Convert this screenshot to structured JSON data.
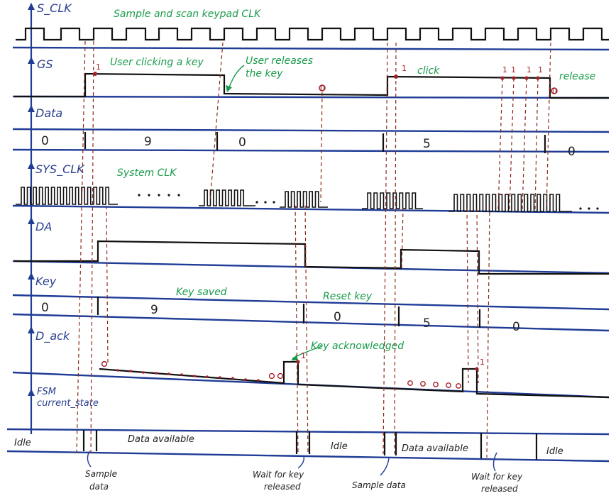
{
  "signals": {
    "s_clk": "S_CLK",
    "gs": "GS",
    "data": "Data",
    "sys_clk": "SYS_CLK",
    "da": "DA",
    "key": "Key",
    "d_ack": "D_ack",
    "fsm_line1": "FSM",
    "fsm_line2": "current_state"
  },
  "notes": {
    "s_clk_note": "Sample and scan keypad CLK",
    "user_click": "User clicking a key",
    "user_release_1": "User releases",
    "user_release_2": "the key",
    "click": "click",
    "release": "release",
    "system_clk": "System CLK",
    "key_saved": "Key saved",
    "reset_key": "Reset key",
    "key_ack": "Key acknowledged"
  },
  "data_values": [
    "0",
    "9",
    "0",
    "5",
    "0"
  ],
  "key_values": [
    "0",
    "9",
    "0",
    "5",
    "0"
  ],
  "gs_marks": [
    "1",
    "0",
    "1",
    "1",
    "1",
    "1",
    "1",
    "0"
  ],
  "dack_marks": [
    "1",
    "1"
  ],
  "states": [
    "Idle",
    "Data available",
    "Idle",
    "Data available",
    "Idle"
  ],
  "bottom_notes": {
    "sample_1a": "Sample",
    "sample_1b": "data",
    "wait_1a": "Wait for key",
    "wait_1b": "released",
    "sample_2": "Sample data",
    "wait_2a": "Wait for key",
    "wait_2b": "released"
  }
}
